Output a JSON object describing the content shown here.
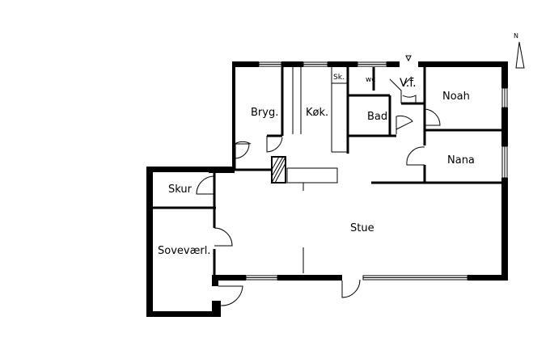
{
  "rooms": {
    "bryg": "Bryg.",
    "koek": "Køk.",
    "sk": "Sk.",
    "wc": "wc",
    "vf": "V.f.",
    "bad": "Bad",
    "noah": "Noah",
    "nana": "Nana",
    "skur": "Skur",
    "stue": "Stue",
    "sovevaerl": "Soveværl."
  },
  "compass": {
    "north": "N"
  }
}
